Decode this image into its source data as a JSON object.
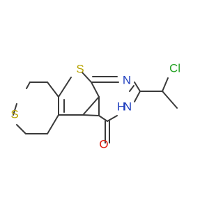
{
  "molecule": {
    "colors": {
      "bond": "#3a3a3a",
      "sulfur": "#b8a400",
      "nitrogen": "#1f3fbf",
      "oxygen": "#e01b0f",
      "chlorine": "#27a327"
    },
    "atoms": {
      "s_thiophene": "S",
      "s_thiopyran": "S",
      "n_upper": "N",
      "n_lower_n": "N",
      "n_lower_h": "H",
      "oxygen": "O",
      "chlorine": "Cl"
    }
  }
}
